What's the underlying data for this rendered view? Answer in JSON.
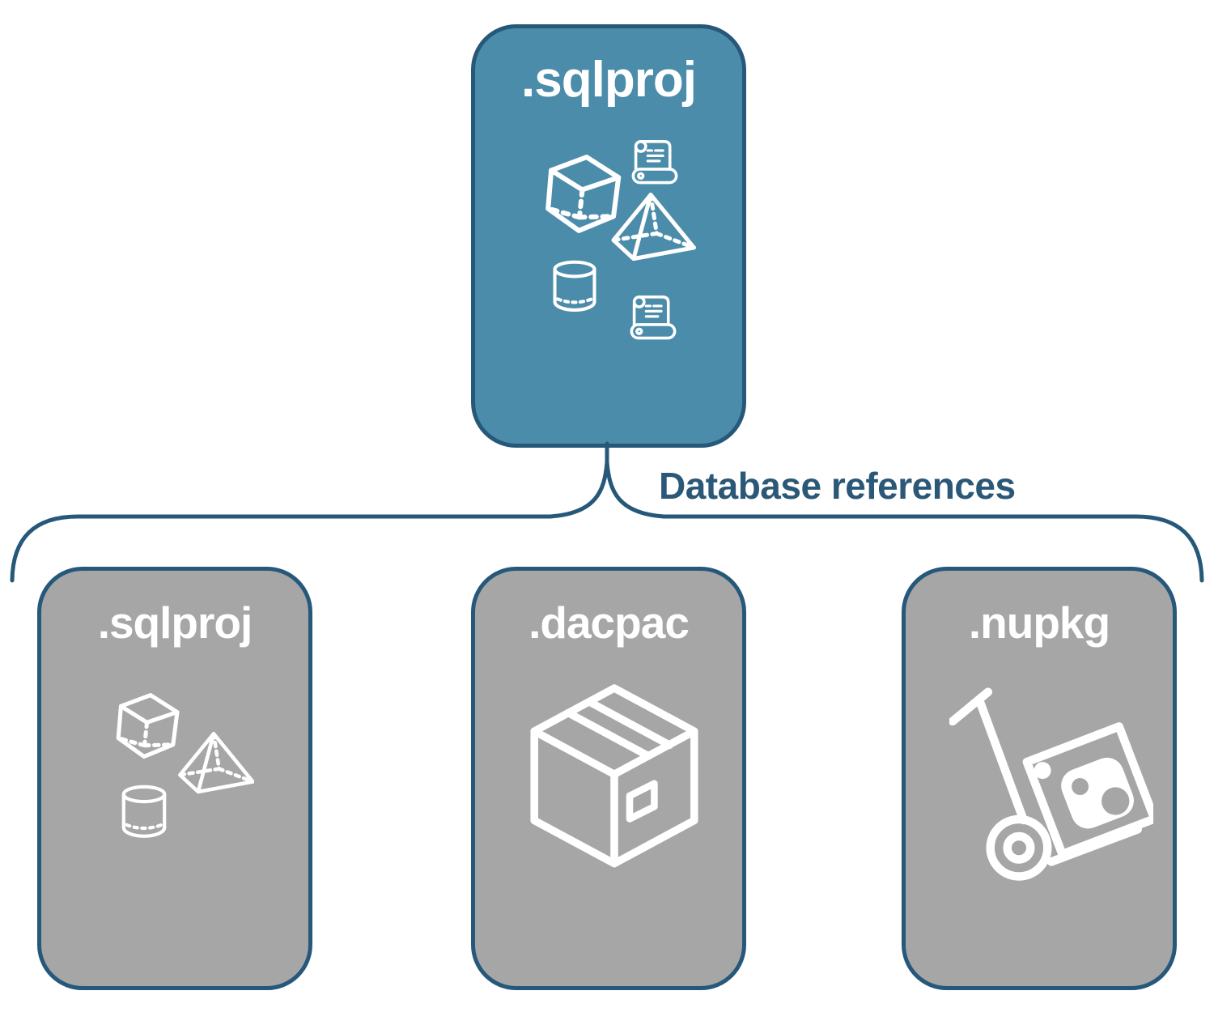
{
  "diagram": {
    "root": {
      "label": ".sqlproj",
      "icons": [
        "cube-icon",
        "scroll-icon",
        "pyramid-icon",
        "cylinder-icon",
        "scroll-icon"
      ]
    },
    "connector": {
      "label": "Database references"
    },
    "children": [
      {
        "label": ".sqlproj",
        "icons": [
          "cube-icon",
          "pyramid-icon",
          "cylinder-icon"
        ]
      },
      {
        "label": ".dacpac",
        "icons": [
          "package-icon"
        ]
      },
      {
        "label": ".nupkg",
        "icons": [
          "handtruck-icon"
        ]
      }
    ],
    "colors": {
      "root_fill": "#4a8caa",
      "child_fill": "#a6a6a6",
      "outline": "#26587a",
      "label_text": "#2c5878",
      "icon_stroke": "#ffffff"
    }
  }
}
